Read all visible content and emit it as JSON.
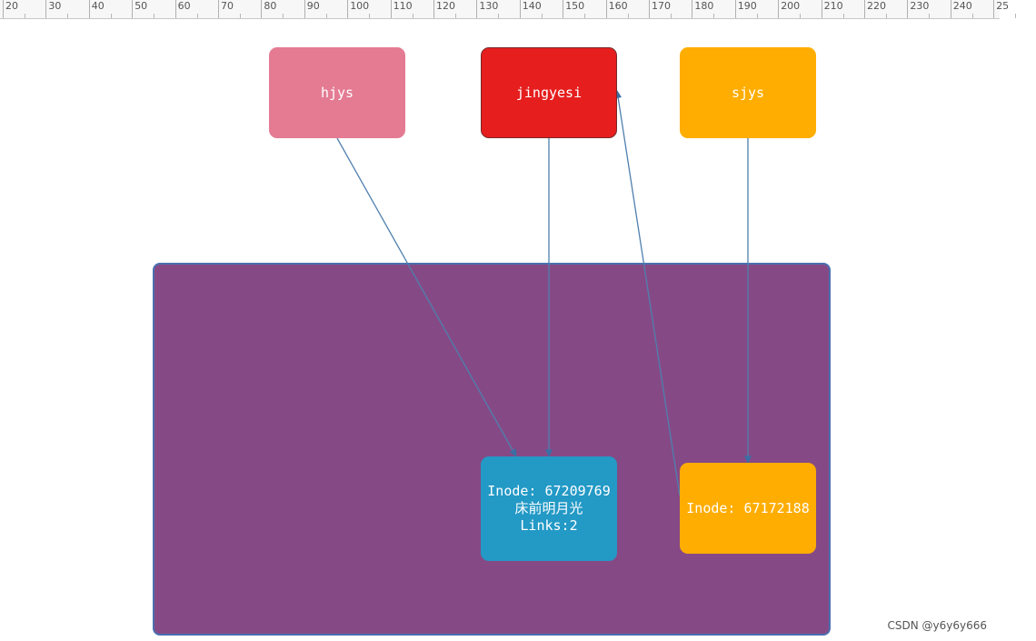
{
  "ruler": {
    "ticks": [
      "20",
      "30",
      "40",
      "50",
      "60",
      "70",
      "80",
      "90",
      "100",
      "110",
      "120",
      "130",
      "140",
      "150",
      "160",
      "170",
      "180",
      "190",
      "200",
      "210",
      "220",
      "230",
      "240",
      "25"
    ]
  },
  "nodes": {
    "hjys": {
      "label": "hjys",
      "color": "#e47b93"
    },
    "jingyesi": {
      "label": "jingyesi",
      "color": "#e61e1e"
    },
    "sjys": {
      "label": "sjys",
      "color": "#ffad00"
    },
    "inode1": {
      "line1": "Inode: 67209769",
      "line2": "床前明月光",
      "line3": "Links:2",
      "color": "#2399c6"
    },
    "inode2": {
      "label": "Inode: 67172188",
      "color": "#ffad00"
    }
  },
  "container": {
    "color": "#854a85"
  },
  "edges": [
    {
      "from": "hjys",
      "to": "inode1"
    },
    {
      "from": "jingyesi",
      "to": "inode1"
    },
    {
      "from": "inode2",
      "to": "jingyesi"
    },
    {
      "from": "sjys",
      "to": "inode2"
    }
  ],
  "watermark": "CSDN @y6y6y666"
}
